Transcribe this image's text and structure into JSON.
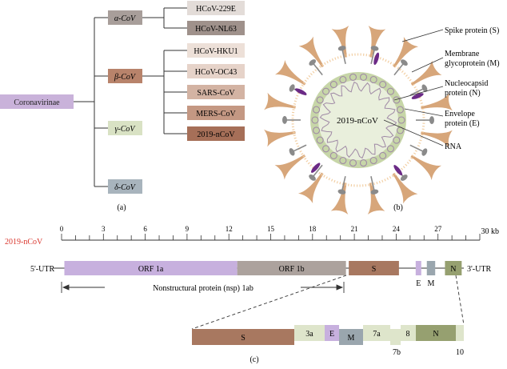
{
  "panel_a": {
    "root": {
      "label": "Coronavirinae",
      "color": "#c9b2da"
    },
    "genera": [
      {
        "label": "α-CoV",
        "color": "#a89e9a",
        "species": [
          {
            "label": "HCoV-229E",
            "color": "#e3dcd8"
          },
          {
            "label": "HCoV-NL63",
            "color": "#9f918b"
          }
        ]
      },
      {
        "label": "β-CoV",
        "color": "#b8836b",
        "species": [
          {
            "label": "HCoV-HKU1",
            "color": "#ede0d8"
          },
          {
            "label": "HCoV-OC43",
            "color": "#e6d3c9"
          },
          {
            "label": "SARS-CoV",
            "color": "#d3b3a3"
          },
          {
            "label": "MERS-CoV",
            "color": "#c49883"
          },
          {
            "label": "2019-nCoV",
            "color": "#a66f58"
          }
        ]
      },
      {
        "label": "γ-CoV",
        "color": "#d9e2c4",
        "species": []
      },
      {
        "label": "δ-CoV",
        "color": "#a8b4bd",
        "species": []
      }
    ],
    "caption": "(a)"
  },
  "panel_b": {
    "center_label": "2019-nCoV",
    "labels": [
      "Spike protein (S)",
      "Membrane",
      "glycoprotein (M)",
      "Nucleocapsid",
      "protein (N)",
      "Envelope",
      "protein (E)",
      "RNA"
    ],
    "caption": "(b)",
    "colors": {
      "spike": "#d7a67a",
      "envelope_ring": "#f2cfa4",
      "membrane": "#8a8a8a",
      "core": "#c7d6a8",
      "inner": "#e9efdc",
      "rna": "#a08aa6",
      "envelope_protein": "#6b2a86"
    }
  },
  "panel_c": {
    "genome_label": "2019-nCoV",
    "scale_unit": "30 kb",
    "ticks": [
      "0",
      "3",
      "6",
      "9",
      "12",
      "15",
      "18",
      "21",
      "24",
      "27"
    ],
    "utr5": "5'-UTR",
    "utr3": "3'-UTR",
    "genes": [
      {
        "label": "ORF 1a",
        "start": 0.2,
        "end": 12.6,
        "color": "#c7b0de"
      },
      {
        "label": "ORF 1b",
        "start": 12.6,
        "end": 20.4,
        "color": "#aca29d"
      },
      {
        "label": "S",
        "start": 20.6,
        "end": 24.2,
        "color": "#a87860"
      },
      {
        "label": "E",
        "start": 25.4,
        "end": 25.8,
        "color": "#c7b0de"
      },
      {
        "label": "M",
        "start": 26.2,
        "end": 26.8,
        "color": "#9aa6ae"
      },
      {
        "label": "N",
        "start": 27.5,
        "end": 28.7,
        "color": "#96a070"
      }
    ],
    "nsp_label": "Nonstructural protein (nsp) 1ab",
    "detail": [
      {
        "label": "S",
        "color": "#a87860"
      },
      {
        "label": "3a",
        "color": "#dee5cb"
      },
      {
        "label": "E",
        "color": "#c7b0de"
      },
      {
        "label": "M",
        "color": "#9aa6ae"
      },
      {
        "label": "7a",
        "color": "#dee5cb"
      },
      {
        "label": "7b",
        "color": "#dee5cb"
      },
      {
        "label": "8",
        "color": "#dee5cb"
      },
      {
        "label": "N",
        "color": "#96a070"
      },
      {
        "label": "10",
        "color": "#dee5cb"
      }
    ],
    "caption": "(c)"
  }
}
